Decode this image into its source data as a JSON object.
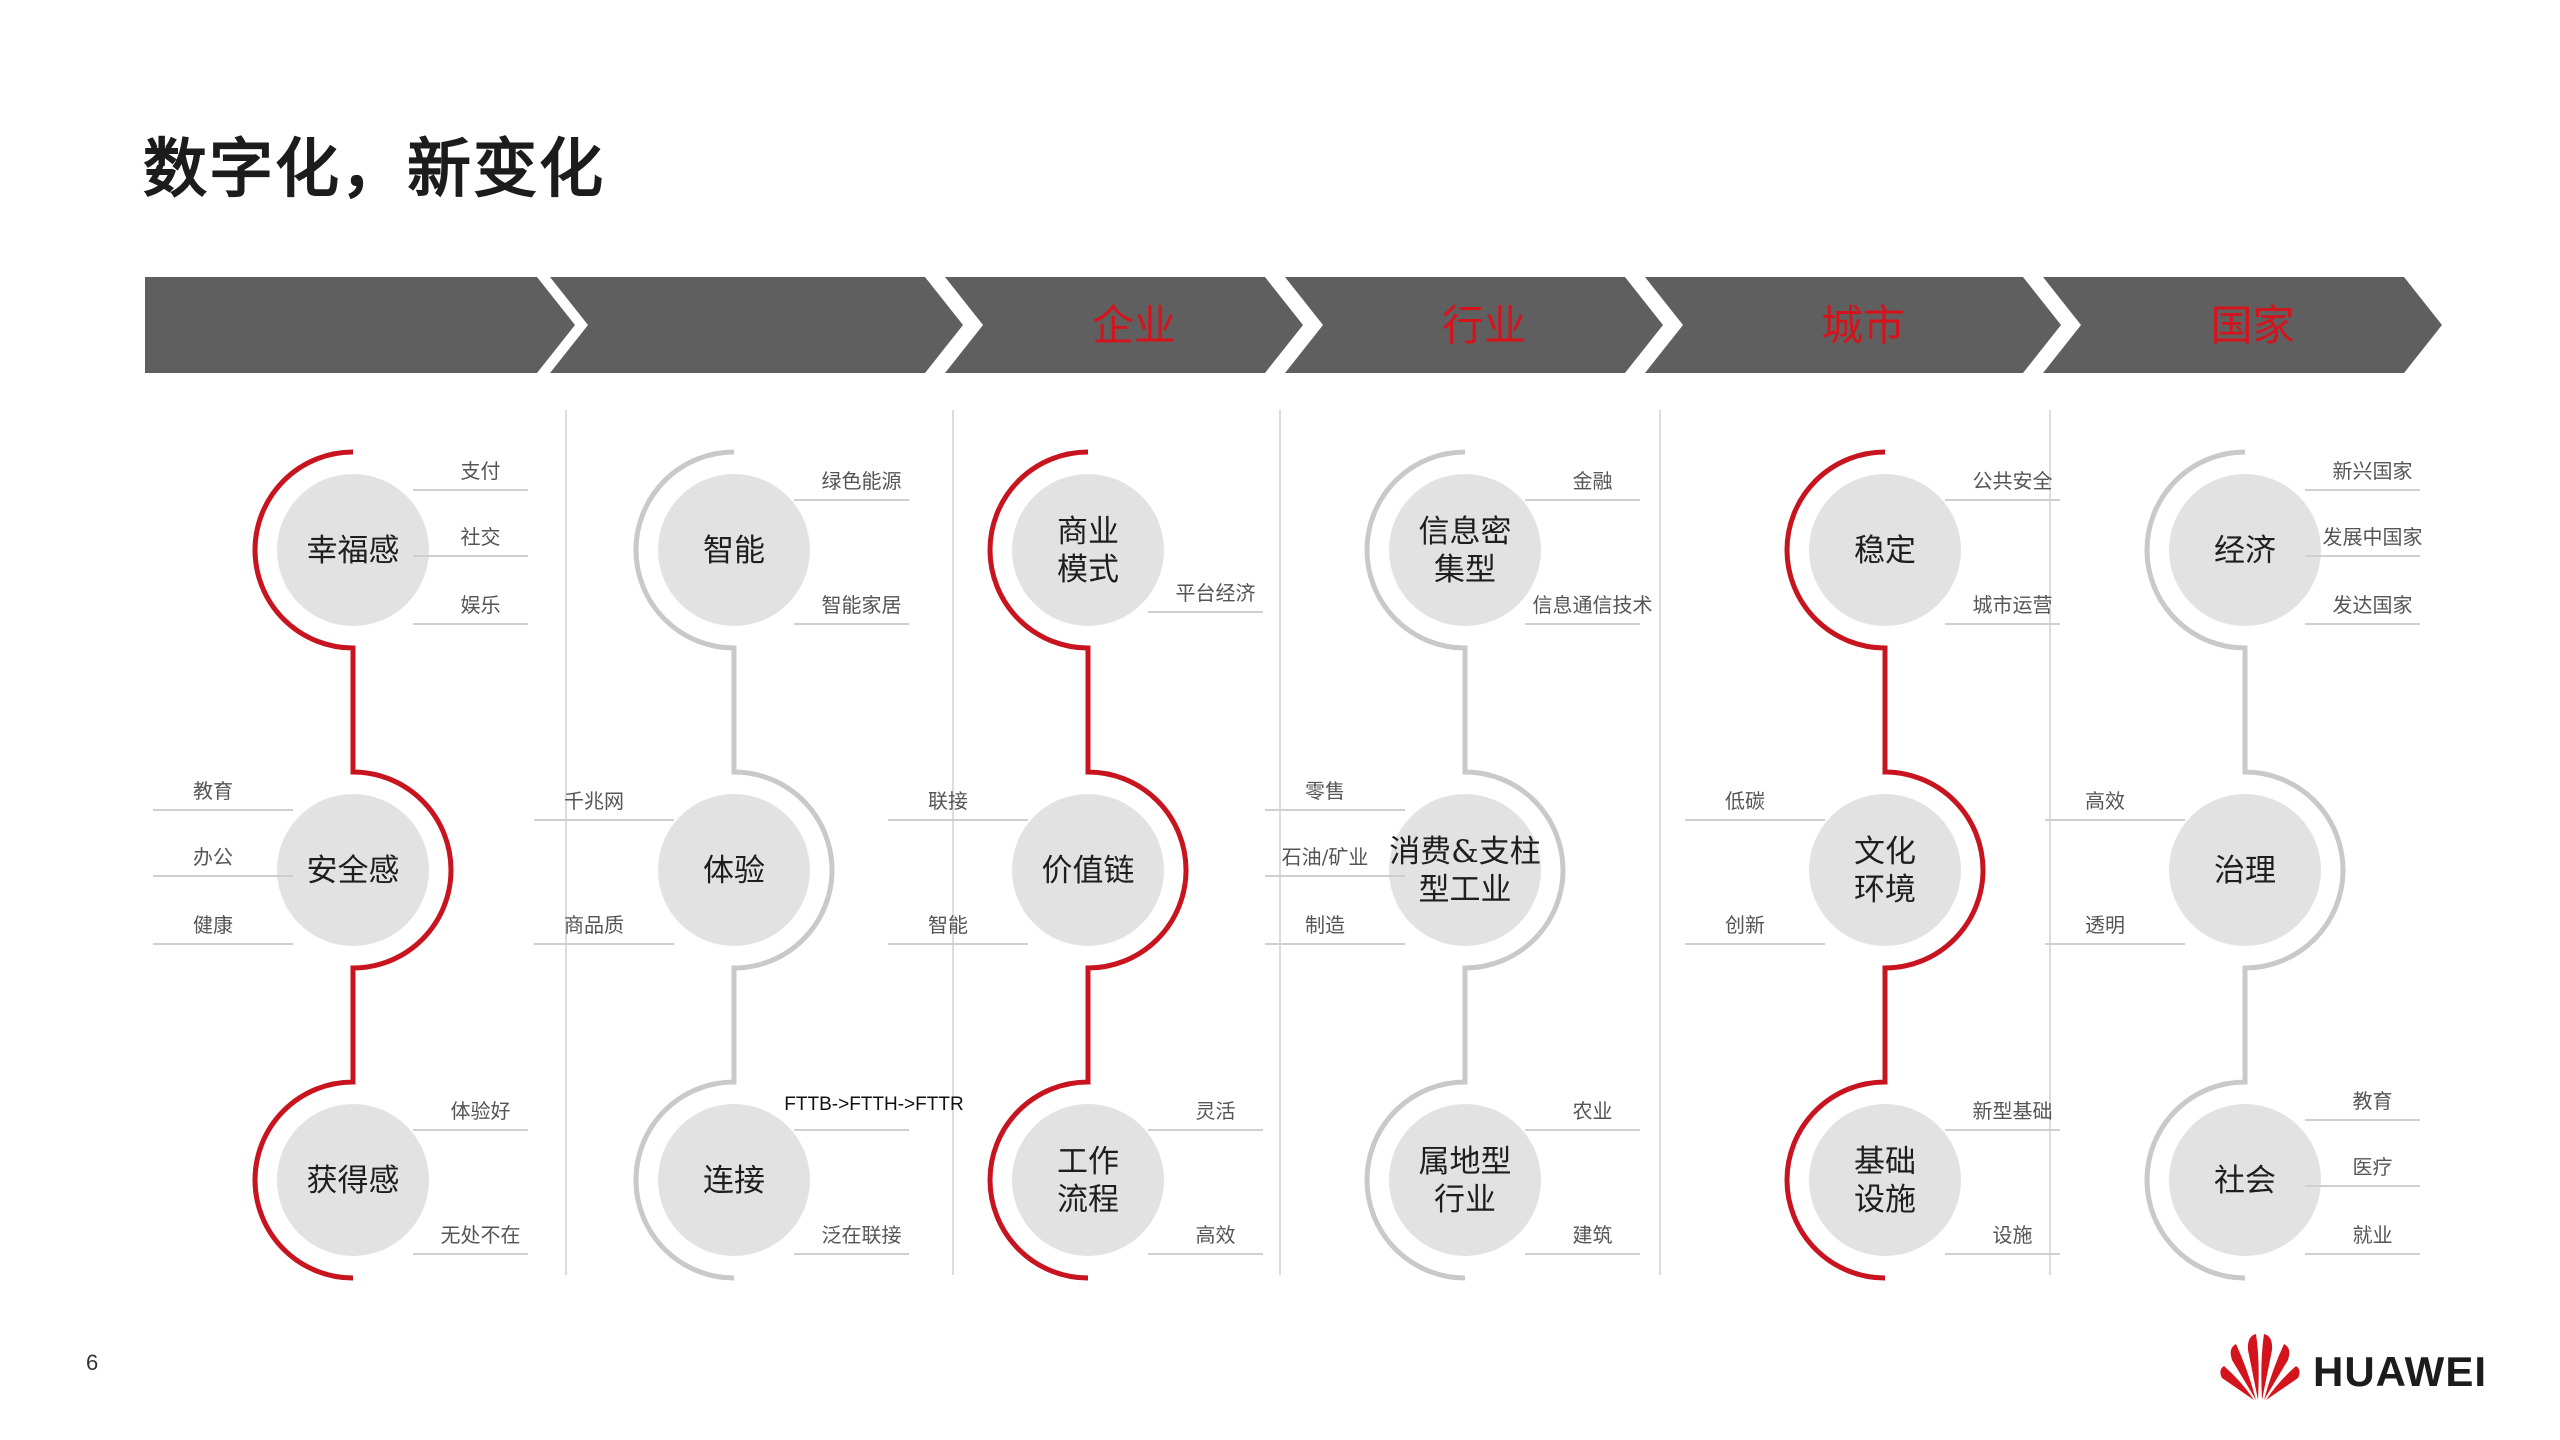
{
  "title": "数字化，新变化",
  "slide_number": "6",
  "brand": {
    "name": "HUAWEI",
    "accent_color": "#d4141c",
    "chevron_color": "#5f5f5f"
  },
  "chevrons": [
    "",
    "",
    "企业",
    "行业",
    "城市",
    "国家"
  ],
  "columns": [
    {
      "color": "#c8141e",
      "nodes": [
        {
          "label": [
            "幸福感"
          ],
          "side": "left",
          "subs": [
            "支付",
            "社交",
            "娱乐"
          ]
        },
        {
          "label": [
            "安全感"
          ],
          "side": "right",
          "subs": [
            "教育",
            "办公",
            "健康"
          ]
        },
        {
          "label": [
            "获得感"
          ],
          "side": "left",
          "subs": [
            "体验好",
            "无处不在"
          ]
        }
      ]
    },
    {
      "color": "#c9c9c9",
      "nodes": [
        {
          "label": [
            "智能"
          ],
          "side": "left",
          "subs": [
            "绿色能源",
            "智能家居"
          ]
        },
        {
          "label": [
            "体验"
          ],
          "side": "right",
          "subs": [
            "千兆网",
            "商品质"
          ]
        },
        {
          "label": [
            "连接"
          ],
          "side": "left",
          "subs": [
            "FTTB->FTTH->FTTR",
            "泛在联接"
          ]
        }
      ]
    },
    {
      "color": "#c8141e",
      "nodes": [
        {
          "label": [
            "商业",
            "模式"
          ],
          "side": "left",
          "subs": [
            "平台经济"
          ]
        },
        {
          "label": [
            "价值链"
          ],
          "side": "right",
          "subs": [
            "联接",
            "智能"
          ]
        },
        {
          "label": [
            "工作",
            "流程"
          ],
          "side": "left",
          "subs": [
            "灵活",
            "高效"
          ]
        }
      ]
    },
    {
      "color": "#c9c9c9",
      "nodes": [
        {
          "label": [
            "信息密",
            "集型"
          ],
          "side": "left",
          "subs": [
            "金融",
            "信息通信技术"
          ]
        },
        {
          "label": [
            "消费&支柱",
            "型工业"
          ],
          "side": "right",
          "subs": [
            "零售",
            "石油/矿业",
            "制造"
          ]
        },
        {
          "label": [
            "属地型",
            "行业"
          ],
          "side": "left",
          "subs": [
            "农业",
            "建筑"
          ]
        }
      ]
    },
    {
      "color": "#c8141e",
      "nodes": [
        {
          "label": [
            "稳定"
          ],
          "side": "left",
          "subs": [
            "公共安全",
            "城市运营"
          ]
        },
        {
          "label": [
            "文化",
            "环境"
          ],
          "side": "right",
          "subs": [
            "低碳",
            "创新"
          ]
        },
        {
          "label": [
            "基础",
            "设施"
          ],
          "side": "left",
          "subs": [
            "新型基础",
            "设施"
          ]
        }
      ]
    },
    {
      "color": "#c9c9c9",
      "nodes": [
        {
          "label": [
            "经济"
          ],
          "side": "left",
          "subs": [
            "新兴国家",
            "发展中国家",
            "发达国家"
          ]
        },
        {
          "label": [
            "治理"
          ],
          "side": "right",
          "subs": [
            "高效",
            "透明"
          ]
        },
        {
          "label": [
            "社会"
          ],
          "side": "left",
          "subs": [
            "教育",
            "医疗",
            "就业"
          ]
        }
      ]
    }
  ]
}
